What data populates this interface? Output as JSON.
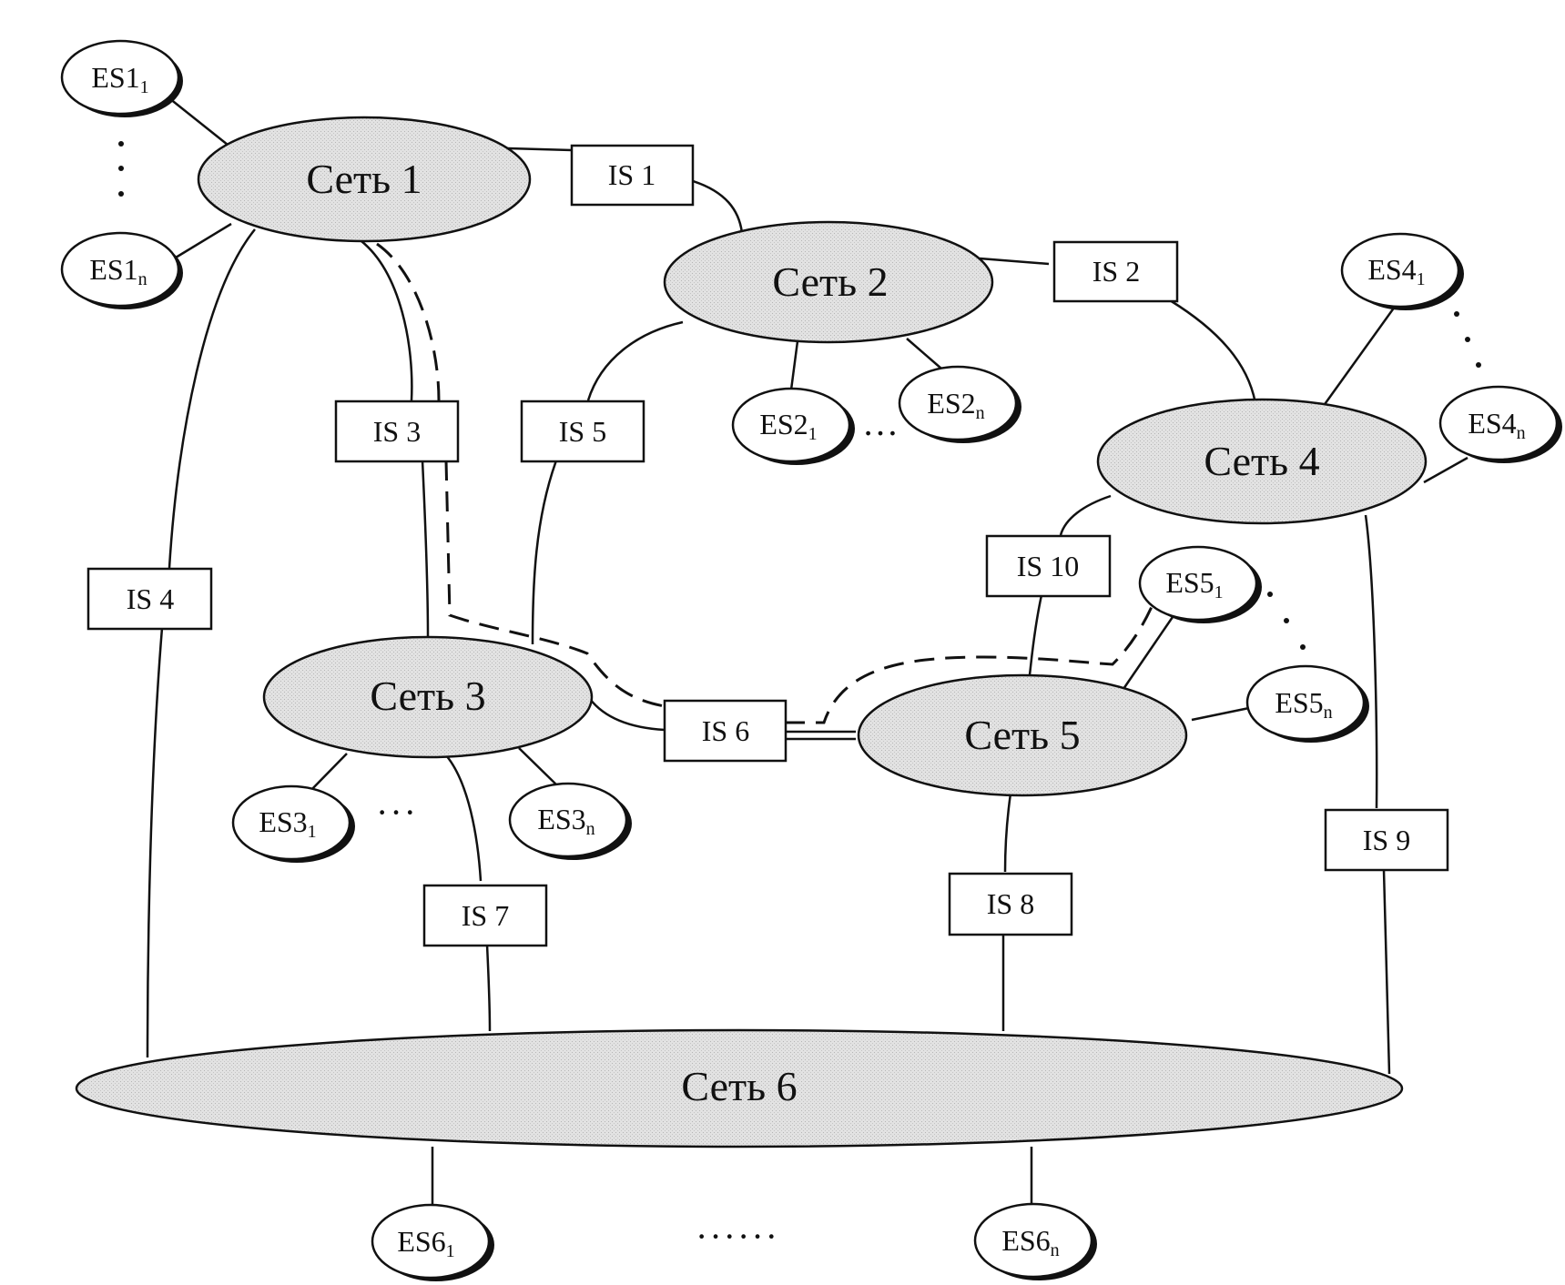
{
  "networks": [
    {
      "id": "n1",
      "label": "Сеть 1"
    },
    {
      "id": "n2",
      "label": "Сеть 2"
    },
    {
      "id": "n3",
      "label": "Сеть 3"
    },
    {
      "id": "n4",
      "label": "Сеть 4"
    },
    {
      "id": "n5",
      "label": "Сеть 5"
    },
    {
      "id": "n6",
      "label": "Сеть 6"
    }
  ],
  "routers": [
    {
      "id": "is1",
      "label": "IS 1"
    },
    {
      "id": "is2",
      "label": "IS 2"
    },
    {
      "id": "is3",
      "label": "IS 3"
    },
    {
      "id": "is4",
      "label": "IS 4"
    },
    {
      "id": "is5",
      "label": "IS 5"
    },
    {
      "id": "is6",
      "label": "IS 6"
    },
    {
      "id": "is7",
      "label": "IS 7"
    },
    {
      "id": "is8",
      "label": "IS 8"
    },
    {
      "id": "is9",
      "label": "IS 9"
    },
    {
      "id": "is10",
      "label": "IS 10"
    }
  ],
  "end_systems": [
    {
      "id": "es1_1",
      "base": "ES1",
      "sub": "1"
    },
    {
      "id": "es1_n",
      "base": "ES1",
      "sub": "n"
    },
    {
      "id": "es2_1",
      "base": "ES2",
      "sub": "1"
    },
    {
      "id": "es2_n",
      "base": "ES2",
      "sub": "n"
    },
    {
      "id": "es3_1",
      "base": "ES3",
      "sub": "1"
    },
    {
      "id": "es3_n",
      "base": "ES3",
      "sub": "n"
    },
    {
      "id": "es4_1",
      "base": "ES4",
      "sub": "1"
    },
    {
      "id": "es4_n",
      "base": "ES4",
      "sub": "n"
    },
    {
      "id": "es5_1",
      "base": "ES5",
      "sub": "1"
    },
    {
      "id": "es5_n",
      "base": "ES5",
      "sub": "n"
    },
    {
      "id": "es6_1",
      "base": "ES6",
      "sub": "1"
    },
    {
      "id": "es6_n",
      "base": "ES6",
      "sub": "n"
    }
  ],
  "ellipsis": {
    "es2": "…",
    "es3": "···",
    "es6": "······"
  },
  "connections": [
    [
      "n1",
      "is1"
    ],
    [
      "is1",
      "n2"
    ],
    [
      "n2",
      "is2"
    ],
    [
      "is2",
      "n4"
    ],
    [
      "n1",
      "is3"
    ],
    [
      "is3",
      "n3"
    ],
    [
      "n1",
      "is4"
    ],
    [
      "is4",
      "n6"
    ],
    [
      "n2",
      "is5"
    ],
    [
      "is5",
      "n3"
    ],
    [
      "n3",
      "is6"
    ],
    [
      "is6",
      "n5"
    ],
    [
      "n3",
      "is7"
    ],
    [
      "is7",
      "n6"
    ],
    [
      "n5",
      "is8"
    ],
    [
      "is8",
      "n6"
    ],
    [
      "n4",
      "is9"
    ],
    [
      "is9",
      "n6"
    ],
    [
      "n4",
      "is10"
    ],
    [
      "is10",
      "n5"
    ]
  ],
  "highlighted_route": [
    "n1",
    "is3",
    "n3",
    "is6",
    "n5",
    "es5_1"
  ],
  "colors": {
    "line": "#111111",
    "network_fill": "#d9d9d9",
    "background": "#ffffff"
  }
}
